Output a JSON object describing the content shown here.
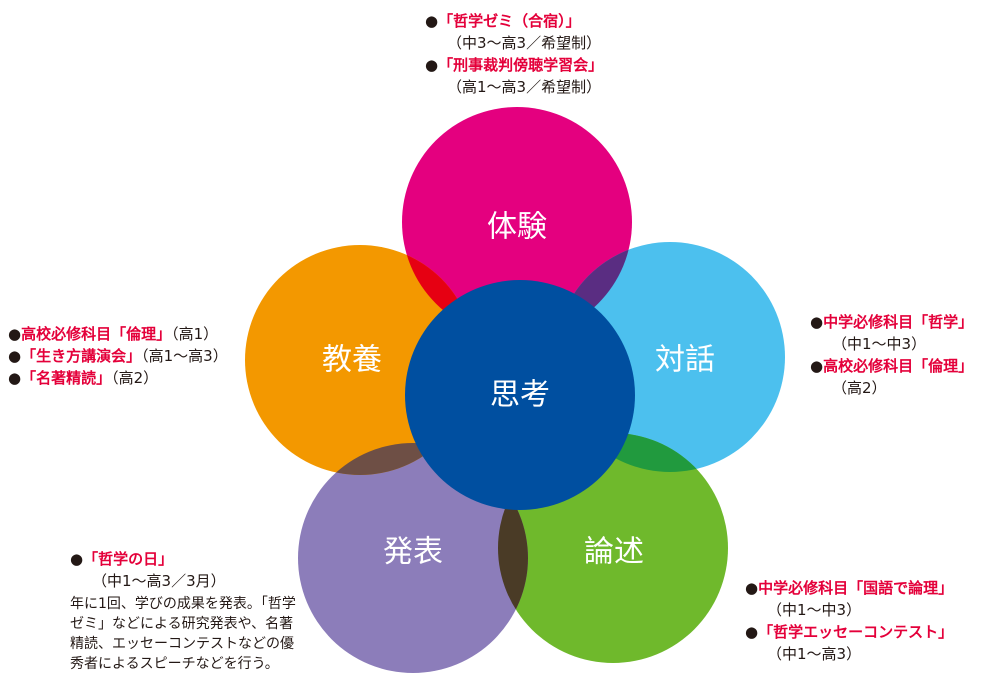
{
  "colors": {
    "experience": "#e4007f",
    "dialogue": "#4cc0ee",
    "essay": "#6fb92c",
    "presentation": "#8c7dba",
    "culture": "#f39800",
    "thinking": "#004fa0",
    "accent_text": "#e4003a"
  },
  "circles": {
    "center": "思考",
    "top": "体験",
    "right": "対話",
    "bottom_right": "論述",
    "bottom_left": "発表",
    "left": "教養"
  },
  "notes": {
    "top": [
      {
        "bullet": "●",
        "title": "「哲学ゼミ（合宿）」",
        "detail": "（中3〜高3／希望制）"
      },
      {
        "bullet": "●",
        "title": "「刑事裁判傍聴学習会」",
        "detail": "（高1〜高3／希望制）"
      }
    ],
    "left": [
      {
        "bullet": "●",
        "title": "高校必修科目「倫理」",
        "detail": "（高1）"
      },
      {
        "bullet": "●",
        "title": "「生き方講演会」",
        "detail": "（高1〜高3）"
      },
      {
        "bullet": "●",
        "title": "「名著精読」",
        "detail": "（高2）"
      }
    ],
    "right": [
      {
        "bullet": "●",
        "title": "中学必修科目「哲学」",
        "detail": "（中1〜中3）"
      },
      {
        "bullet": "●",
        "title": "高校必修科目「倫理」",
        "detail": "（高2）"
      }
    ],
    "bottom_left": {
      "bullet": "●",
      "title": "「哲学の日」",
      "detail": "（中1〜高3／3月）",
      "description": "年に1回、学びの成果を発表。「哲学ゼミ」などによる研究発表や、名著精読、エッセーコンテストなどの優秀者によるスピーチなどを行う。"
    },
    "bottom_right": [
      {
        "bullet": "●",
        "title": "中学必修科目「国語で論理」",
        "detail": "（中1〜中3）"
      },
      {
        "bullet": "●",
        "title": "「哲学エッセーコンテスト」",
        "detail": "（中1〜高3）"
      }
    ]
  }
}
